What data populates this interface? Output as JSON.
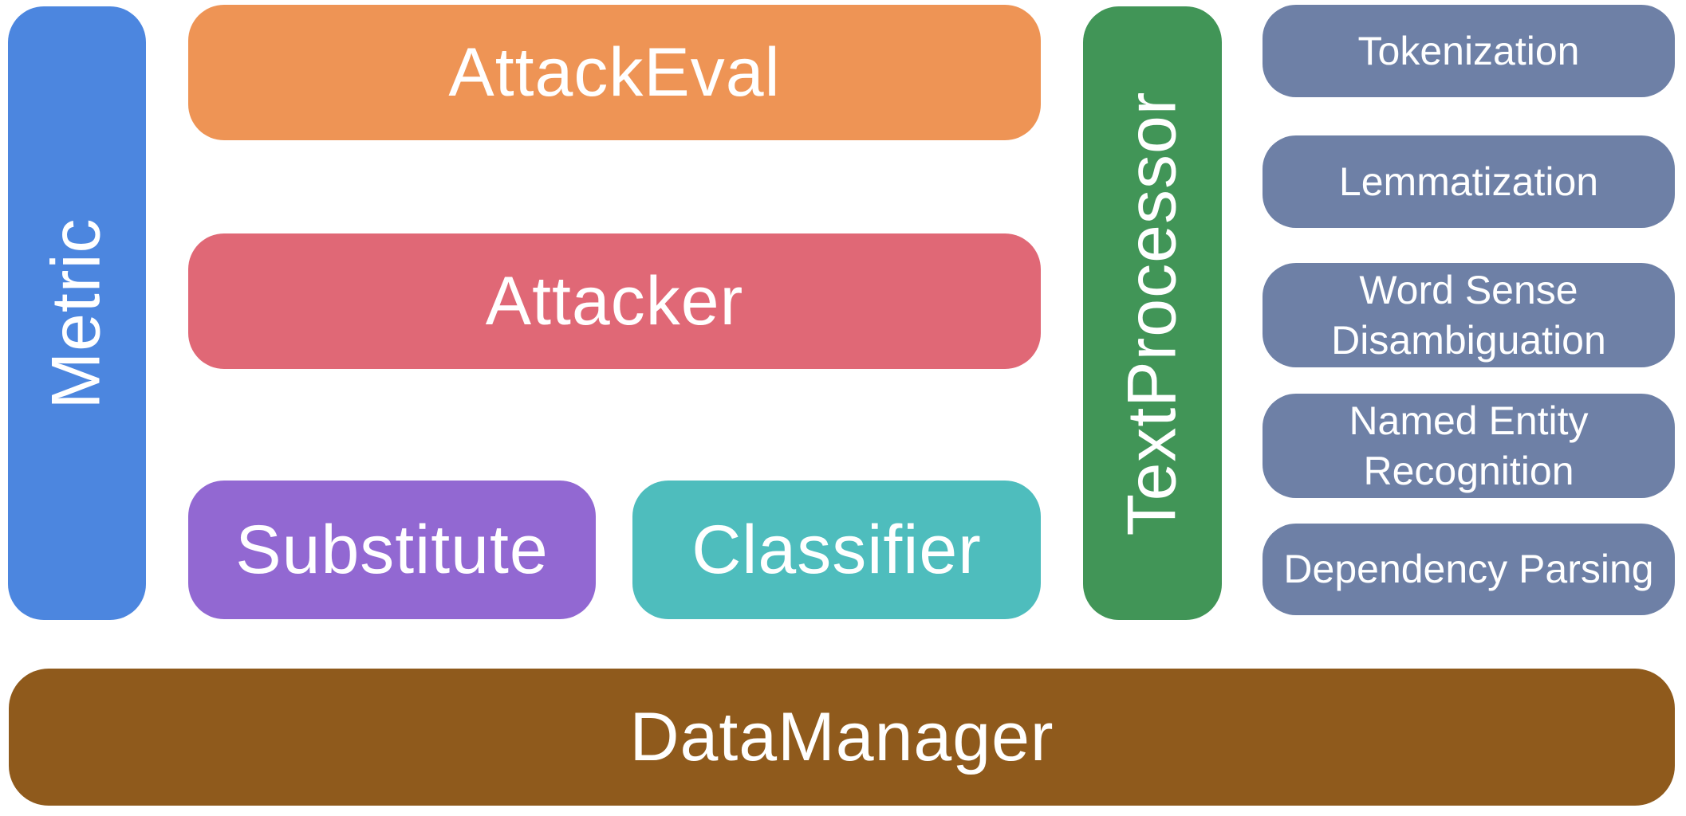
{
  "blocks": {
    "metric": {
      "label": "Metric"
    },
    "attack_eval": {
      "label": "AttackEval"
    },
    "attacker": {
      "label": "Attacker"
    },
    "substitute": {
      "label": "Substitute"
    },
    "classifier": {
      "label": "Classifier"
    },
    "text_processor": {
      "label": "TextProcessor"
    },
    "data_manager": {
      "label": "DataManager"
    }
  },
  "text_processor_functions": [
    {
      "label": "Tokenization"
    },
    {
      "label": "Lemmatization"
    },
    {
      "label": "Word Sense Disambiguation"
    },
    {
      "label": "Named Entity Recognition"
    },
    {
      "label": "Dependency Parsing"
    }
  ],
  "colors": {
    "metric_blue": "#4C86DF",
    "attack_eval_orange": "#EE9455",
    "attacker_red": "#E06876",
    "substitute_purple": "#9268D2",
    "classifier_teal": "#4EBDBD",
    "text_processor_green": "#419557",
    "function_slate_blue": "#6E80A6",
    "data_manager_brown": "#8F5A1C",
    "label_text": "#FFFFFF"
  }
}
